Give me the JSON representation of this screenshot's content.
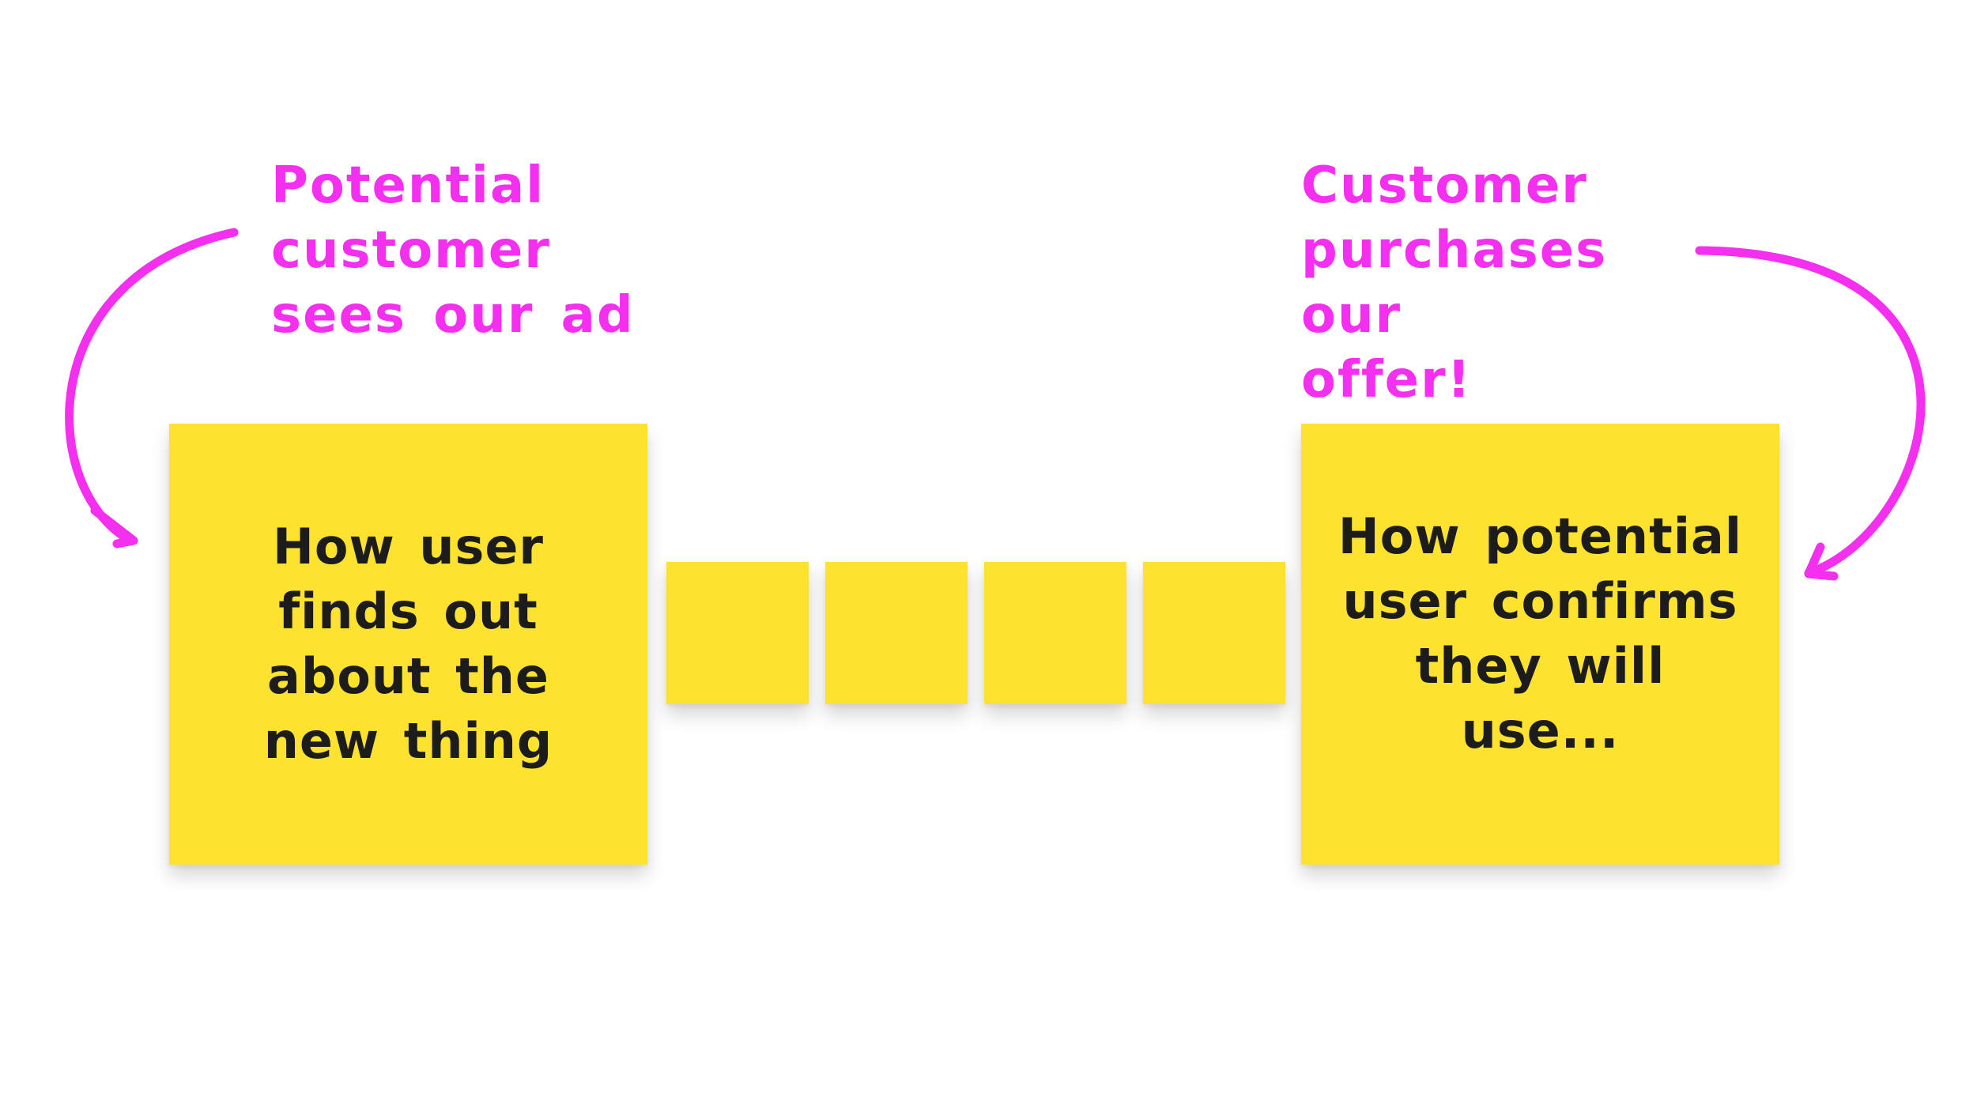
{
  "colors": {
    "annotation": "#f52ff0",
    "sticky": "#fde22f",
    "text": "#1c1c1c",
    "background": "#ffffff"
  },
  "annotations": {
    "left": "Potential\ncustomer\nsees our ad",
    "right": "Customer\npurchases our\noffer!"
  },
  "notes": {
    "left": "How user finds out about the new thing",
    "right": "How potential user confirms they will use...",
    "small_count": 4
  }
}
